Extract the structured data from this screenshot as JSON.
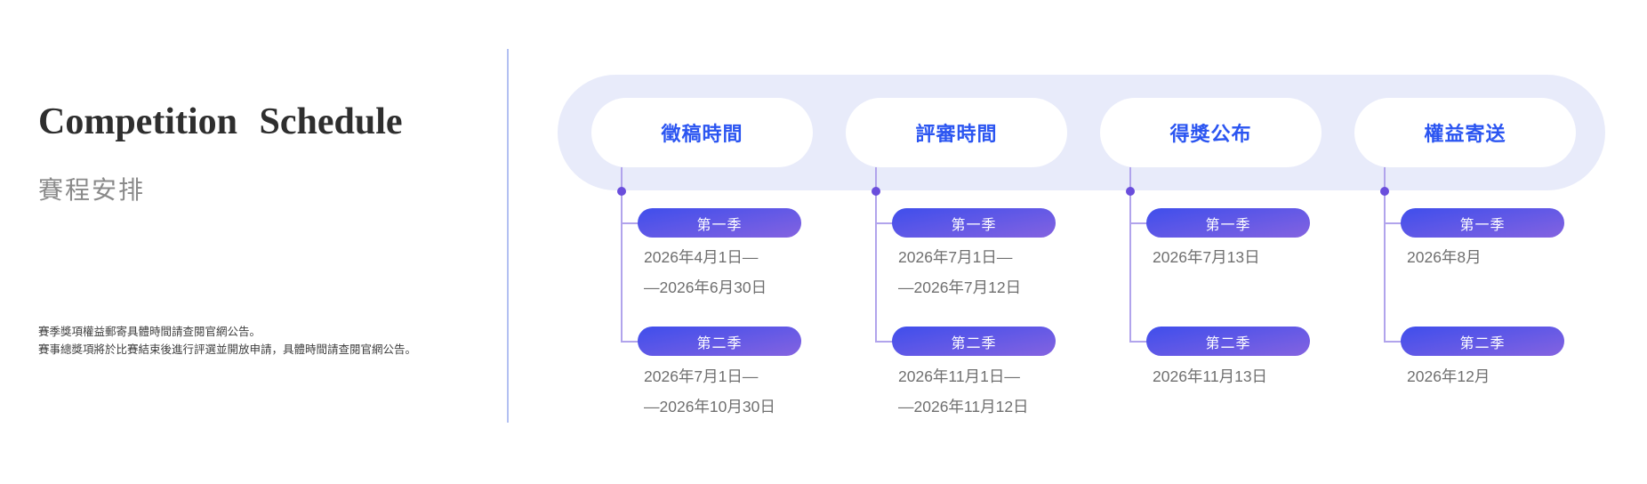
{
  "left": {
    "title": "Competition Schedule",
    "subtitle": "賽程安排",
    "notes": [
      "賽季獎項權益郵寄具體時間請查閱官網公告。",
      "賽事總獎項將於比賽結束後進行評選並開放申請，具體時間請查閱官網公告。"
    ]
  },
  "timeline": {
    "stages": [
      {
        "label": "徵稿時間",
        "rows": [
          {
            "badge": "第一季",
            "date": "2026年4月1日—\n—2026年6月30日"
          },
          {
            "badge": "第二季",
            "date": "2026年7月1日—\n—2026年10月30日"
          }
        ]
      },
      {
        "label": "評審時間",
        "rows": [
          {
            "badge": "第一季",
            "date": "2026年7月1日—\n—2026年7月12日"
          },
          {
            "badge": "第二季",
            "date": "2026年11月1日—\n—2026年11月12日"
          }
        ]
      },
      {
        "label": "得獎公布",
        "rows": [
          {
            "badge": "第一季",
            "date": "2026年7月13日"
          },
          {
            "badge": "第二季",
            "date": "2026年11月13日"
          }
        ]
      },
      {
        "label": "權益寄送",
        "rows": [
          {
            "badge": "第一季",
            "date": "2026年8月"
          },
          {
            "badge": "第二季",
            "date": "2026年12月"
          }
        ]
      }
    ]
  },
  "colors": {
    "accent": "#2b55f1",
    "band": "#e8ebfa",
    "pill_a": "#3f4eec",
    "pill_b": "#8463e0",
    "line": "#b1a4ec",
    "dot": "#6a4edc",
    "date": "#6f6f6f",
    "title": "#2e2e2e",
    "subtitle": "#8a8a8a",
    "note": "#404040",
    "divider": "#b3c0f2"
  }
}
